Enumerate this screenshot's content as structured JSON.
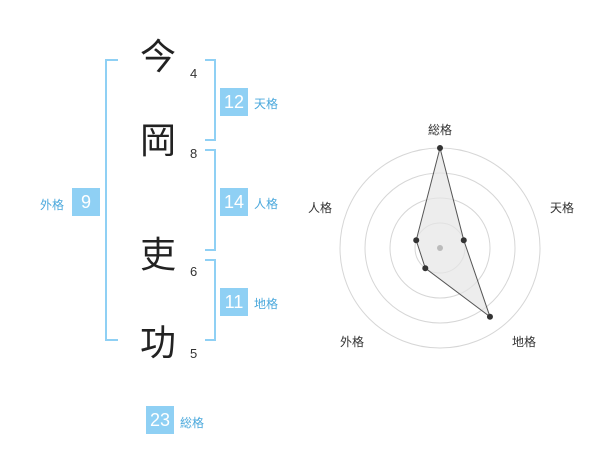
{
  "name_chars": [
    {
      "char": "今",
      "strokes": "4"
    },
    {
      "char": "岡",
      "strokes": "8"
    },
    {
      "char": "吏",
      "strokes": "6"
    },
    {
      "char": "功",
      "strokes": "5"
    }
  ],
  "kaku": {
    "tenkaku": {
      "label": "天格",
      "value": "12"
    },
    "jinkaku": {
      "label": "人格",
      "value": "14"
    },
    "chikaku": {
      "label": "地格",
      "value": "11"
    },
    "gaikaku": {
      "label": "外格",
      "value": "9"
    },
    "soukaku": {
      "label": "総格",
      "value": "23"
    }
  },
  "colors": {
    "bracket": "#8fd0f4",
    "box": "#8fd0f4",
    "label": "#4aa8dc"
  },
  "chart_data": {
    "type": "radar",
    "axes": [
      "総格",
      "天格",
      "地格",
      "外格",
      "人格"
    ],
    "values": [
      1.0,
      0.25,
      0.85,
      0.25,
      0.25
    ],
    "rings": 4,
    "range": [
      0,
      1
    ]
  }
}
